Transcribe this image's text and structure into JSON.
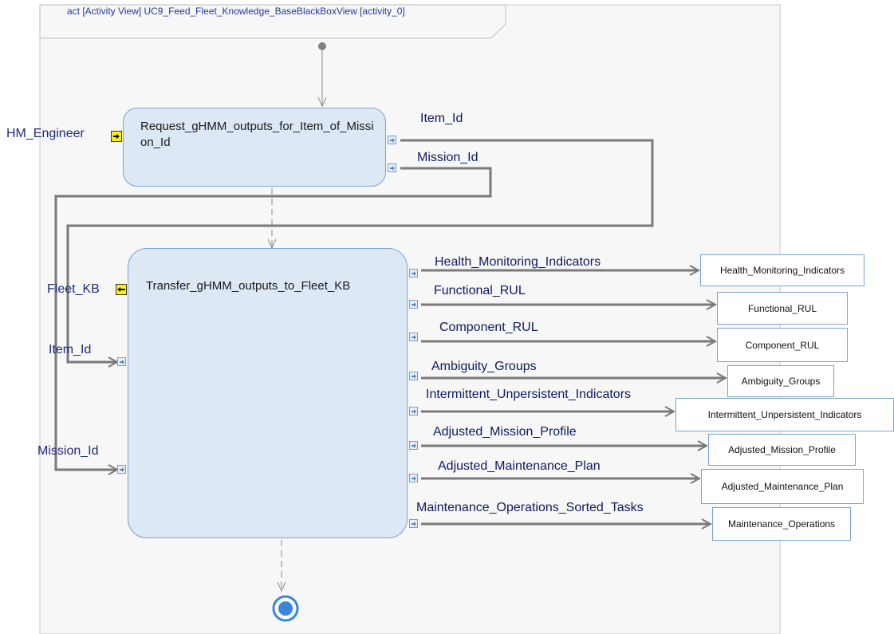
{
  "frame": {
    "title": "act [Activity View] UC9_Feed_Fleet_Knowledge_BaseBlackBoxView [activity_0]"
  },
  "actors": {
    "hm_engineer": "HM_Engineer",
    "fleet_kb": "Fleet_KB"
  },
  "actions": {
    "request": "Request_gHMM_outputs_for_Item_of_Mission_Id",
    "transfer": "Transfer_gHMM_outputs_to_Fleet_KB"
  },
  "request_outputs": {
    "item_id": "Item_Id",
    "mission_id": "Mission_Id"
  },
  "transfer_inputs": {
    "item_id": "Item_Id",
    "mission_id": "Mission_Id"
  },
  "outputs": [
    {
      "flow": "Health_Monitoring_Indicators",
      "object": "Health_Monitoring_Indicators"
    },
    {
      "flow": "Functional_RUL",
      "object": "Functional_RUL"
    },
    {
      "flow": "Component_RUL",
      "object": "Component_RUL"
    },
    {
      "flow": "Ambiguity_Groups",
      "object": "Ambiguity_Groups"
    },
    {
      "flow": "Intermittent_Unpersistent_Indicators",
      "object": "Intermittent_Unpersistent_Indicators"
    },
    {
      "flow": "Adjusted_Mission_Profile",
      "object": "Adjusted_Mission_Profile"
    },
    {
      "flow": "Adjusted_Maintenance_Plan",
      "object": "Adjusted_Maintenance_Plan"
    },
    {
      "flow": "Maintenance_Operations_Sorted_Tasks",
      "object": "Maintenance_Operations"
    }
  ],
  "colors": {
    "frame_bg": "#f7f7f7",
    "action_fill": "#dde8f5",
    "action_border": "#7aa2d1",
    "flow_line": "#7a7a7a",
    "label_text": "#1f2a7a"
  }
}
